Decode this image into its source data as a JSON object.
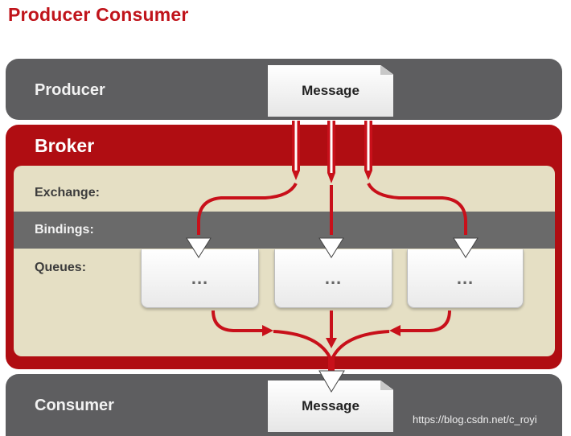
{
  "title": "Producer Consumer",
  "producer": {
    "label": "Producer",
    "message": "Message"
  },
  "broker": {
    "label": "Broker",
    "rows": {
      "exchange": "Exchange:",
      "bindings": "Bindings:",
      "queues": "Queues:"
    },
    "queues": [
      "...",
      "...",
      "..."
    ]
  },
  "consumer": {
    "label": "Consumer",
    "message": "Message"
  },
  "watermark": "https://blog.csdn.net/c_royi",
  "colors": {
    "broker_red": "#b00d12",
    "arrow_red": "#c8101a",
    "lane_gray": "#5e5e60",
    "panel_beige": "#e5dfc4"
  }
}
